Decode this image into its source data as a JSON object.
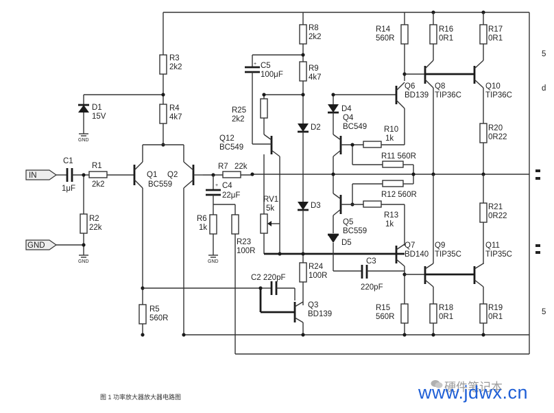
{
  "labels": {
    "R1": "R1",
    "R1v": "2k2",
    "R2": "R2",
    "R2v": "22k",
    "R3": "R3",
    "R3v": "2k2",
    "R4": "R4",
    "R4v": "4k7",
    "R5": "R5",
    "R5v": "560R",
    "R6": "R6",
    "R6v": "1k",
    "R7": "R7",
    "R7v": "22k",
    "R8": "R8",
    "R8v": "2k2",
    "R9": "R9",
    "R9v": "4k7",
    "R10": "R10",
    "R10v": "1k",
    "R11": "R11 560R",
    "R12": "R12 560R",
    "R13": "R13",
    "R13v": "1k",
    "R14": "R14",
    "R14v": "560R",
    "R15": "R15",
    "R15v": "560R",
    "R16": "R16",
    "R16v": "0R1",
    "R17": "R17",
    "R17v": "0R1",
    "R18": "R18",
    "R18v": "0R1",
    "R19": "R19",
    "R19v": "0R1",
    "R20": "R20",
    "R20v": "0R22",
    "R21": "R21",
    "R21v": "0R22",
    "R23": "R23",
    "R23v": "100R",
    "R24": "R24",
    "R24v": "100R",
    "R25": "R25",
    "R25v": "2k2",
    "RV1": "RV1",
    "RV1v": "5k",
    "C1": "C1",
    "C1v": "1μF",
    "C2": "C2 220pF",
    "C3": "C3",
    "C3v": "220pF",
    "C4": "C4",
    "C4v": "22μF",
    "C5": "C5",
    "C5v": "100μF",
    "D1": "D1",
    "D1v": "15V",
    "D2": "D2",
    "D3": "D3",
    "D4": "D4",
    "D5": "D5",
    "Q1": "Q1",
    "Q2": "Q2",
    "Q12": "BC559",
    "Q12n": "Q12",
    "Q12t": "BC549",
    "Q3": "Q3",
    "Q3t": "BD139",
    "Q4": "Q4",
    "Q4t": "BC549",
    "Q5": "Q5",
    "Q5t": "BC559",
    "Q6": "Q6",
    "Q6t": "BD139",
    "Q7": "Q7",
    "Q7t": "BD140",
    "Q8": "Q8",
    "Q8t": "TIP36C",
    "Q9": "Q9",
    "Q9t": "TIP35C",
    "Q10": "Q10",
    "Q10t": "TIP36C",
    "Q11": "Q11",
    "Q11t": "TIP35C",
    "gnd": "GND",
    "in": "IN",
    "gndpin": "GND",
    "edge5a": "5",
    "edgeD": "d",
    "edge5b": "5"
  },
  "caption": "图 1  功率放大器放大器电路图",
  "watermark": {
    "account": "硬件笔记本",
    "site": "www.jdwx.cn"
  }
}
